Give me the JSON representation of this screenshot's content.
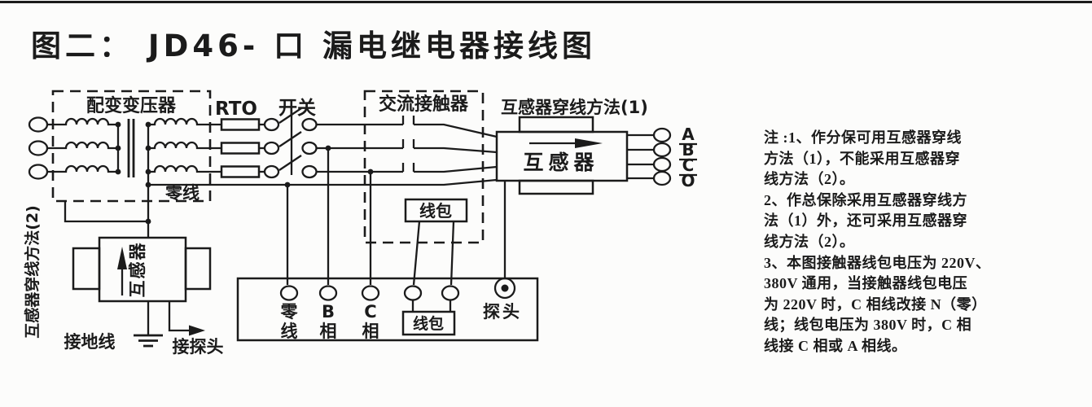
{
  "page": {
    "title": "图二： JD46- 口  漏电继电器接线图"
  },
  "diagram": {
    "transformer": {
      "label": "配变变压器",
      "neutral_label": "零线"
    },
    "fuse_label": "RTO",
    "switch_label": "开关",
    "contactor": {
      "label": "交流接触器",
      "coil_label": "线包"
    },
    "ct1": {
      "method_label": "互感器穿线方法(1)",
      "label": "互感器",
      "outputs": [
        "A",
        "B",
        "C",
        "O"
      ]
    },
    "ct2": {
      "method_label": "互感器穿线方法(2)",
      "label": "互感器",
      "ground_label": "接地线",
      "probe_arrow_label": "接探头"
    },
    "relay": {
      "neutral_l1": "零",
      "neutral_l2": "线",
      "phase_b_l1": "B",
      "phase_b_l2": "相",
      "phase_c_l1": "C",
      "phase_c_l2": "相",
      "coil_label": "线包",
      "probe_label": "探头"
    }
  },
  "notes": {
    "text": "注 :1、作分保可用互感器穿线\n方法（1），不能采用互感器穿\n线方法（2）。\n2、作总保除采用互感器穿线方\n法（1）外，还可采用互感器穿\n线方法（2）。\n3、本图接触器线包电压为 220V、\n380V 通用，当接触器线包电压\n为 220V 时，C 相线改接 N（零）\n线；线包电压为 380V 时，C 相\n线接 C 相或 A 相线。"
  },
  "colors": {
    "ink": "#1b1b1b",
    "paper": "#fcfcfb"
  }
}
